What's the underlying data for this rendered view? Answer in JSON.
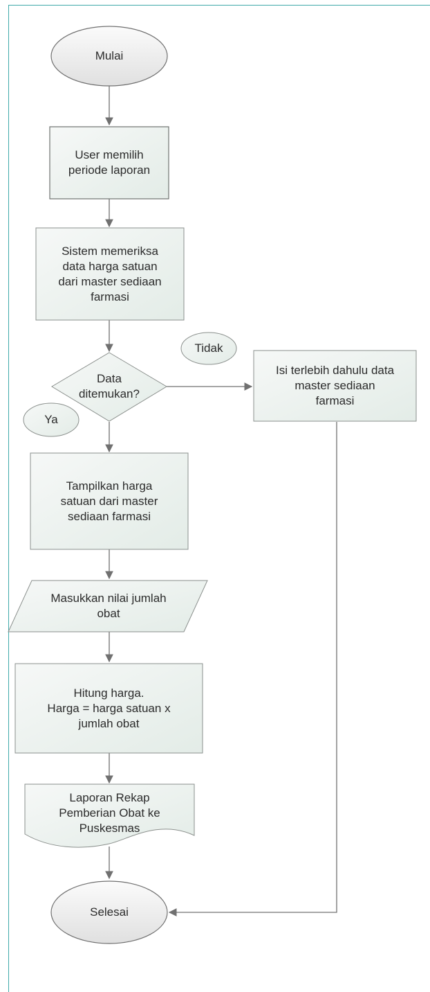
{
  "flowchart": {
    "start": "Mulai",
    "step_select_period": "User memilih\nperiode laporan",
    "step_check_data": "Sistem memeriksa\ndata harga satuan\ndari master sediaan\nfarmasi",
    "decision": "Data\nditemukan?",
    "no_label": "Tidak",
    "yes_label": "Ya",
    "step_fill_master": "Isi terlebih dahulu data\nmaster sediaan\nfarmasi",
    "step_show_price": "Tampilkan harga\nsatuan dari master\nsediaan farmasi",
    "input_quantity": "Masukkan nilai jumlah\nobat",
    "step_calculate": "Hitung harga.\nHarga = harga satuan x\njumlah obat",
    "output_report": "Laporan Rekap\nPemberian Obat ke\nPuskesmas",
    "end": "Selesai"
  },
  "colors": {
    "shape_fill": "#e8f0ec",
    "shape_stroke": "#8a8f8c",
    "terminal_fill": "#ececec",
    "terminal_stroke": "#707070",
    "connector": "#707070",
    "frame": "#3fa9a9"
  }
}
